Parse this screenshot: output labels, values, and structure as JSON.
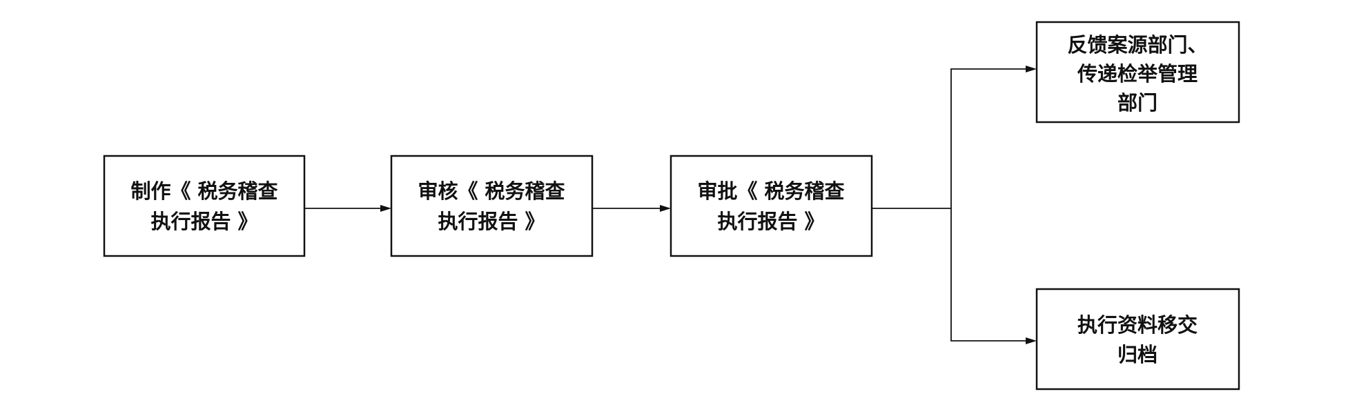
{
  "nodes": {
    "make_report": {
      "lines": [
        "制作《 税务稽查",
        "执行报告 》"
      ]
    },
    "review_report": {
      "lines": [
        "审核《 税务稽查",
        "执行报告 》"
      ]
    },
    "approve_report": {
      "lines": [
        "审批《 税务稽查",
        "执行报告 》"
      ]
    },
    "feedback": {
      "lines": [
        "反馈案源部门、",
        "传递检举管理",
        "部门"
      ]
    },
    "archive": {
      "lines": [
        "执行资料移交",
        "归档"
      ]
    }
  },
  "edges": [
    {
      "from": "make_report",
      "to": "review_report"
    },
    {
      "from": "review_report",
      "to": "approve_report"
    },
    {
      "from": "approve_report",
      "to": "feedback"
    },
    {
      "from": "approve_report",
      "to": "archive"
    }
  ],
  "colors": {
    "stroke": "#111111",
    "background": "#ffffff"
  }
}
